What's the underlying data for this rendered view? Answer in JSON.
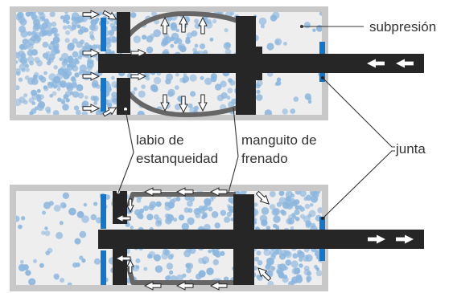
{
  "labels": {
    "subpresion": "subpresión",
    "labio_line1": "labio de",
    "labio_line2": "estanqueidad",
    "manguito_line1": "manguito de",
    "manguito_line2": "frenado",
    "junta": "junta"
  },
  "colors": {
    "dark": "#262626",
    "gray": "#666666",
    "seal": "#1177cc",
    "bubble": "#8bb6de",
    "housing_frame": "#c8c8c8",
    "housing_fill": "#ececec",
    "label_text": "#333333"
  },
  "icons": {
    "flow_arrow": "arrow-icon",
    "bubble": "bubble-icon"
  }
}
